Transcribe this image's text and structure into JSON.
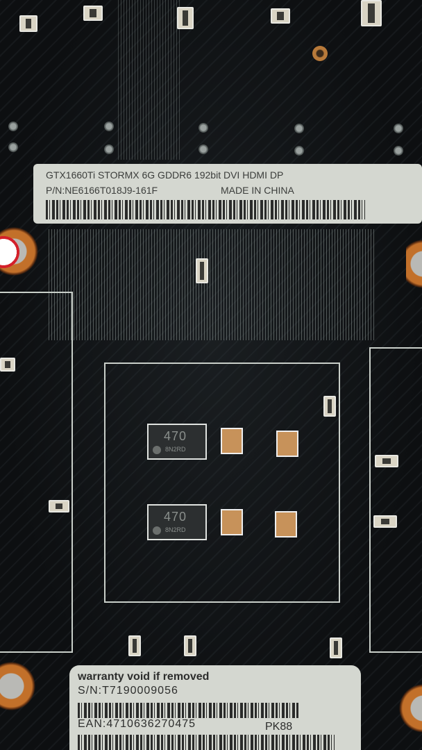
{
  "top_label": {
    "line1": "GTX1660Ti STORMX 6G GDDR6 192bit DVI HDMI DP",
    "part_number": "P/N:NE6166T018J9-161F",
    "origin": "MADE IN CHINA"
  },
  "bottom_label": {
    "warning": "warranty void if removed",
    "serial": "S/N:T7190009056",
    "ean": "EAN:4710636270475",
    "code": "PK88"
  },
  "capacitors": [
    {
      "value": "470",
      "code": "8N2RD"
    },
    {
      "value": "470",
      "code": "8N2RD"
    }
  ]
}
